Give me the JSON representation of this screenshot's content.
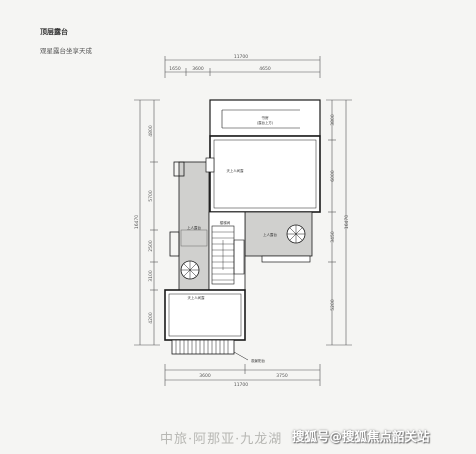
{
  "header": {
    "title": "顶层露台",
    "subtitle": "观星露台坐享天成"
  },
  "plan": {
    "dimensions_top": [
      "11700",
      "1650",
      "3600",
      "4650"
    ],
    "dimensions_bottom": [
      "3600",
      "3750",
      "11700"
    ],
    "dimensions_left": [
      "4800",
      "5700",
      "16470",
      "2500",
      "3100",
      "4200"
    ],
    "dimensions_right": [
      "3800",
      "6000",
      "3450",
      "16470",
      "5200"
    ],
    "room_labels": {
      "cabin": "书房",
      "cabin_note": "(露台上方)",
      "terrace_upper": "天上人间露",
      "terrace_left": "上人露台",
      "terrace_right": "上人露台",
      "stair": "楼梯间",
      "terrace_lower": "天上人间露",
      "marker": "观景阳台"
    }
  },
  "footer": {
    "brand": "中旅·阿那亚·九龙湖",
    "watermark": "搜狐号@搜狐焦点韶关站"
  },
  "colors": {
    "background": "#f5f5f3",
    "wall": "#1a1a1a",
    "shade": "#d0d0ce",
    "dimension": "#555555"
  }
}
